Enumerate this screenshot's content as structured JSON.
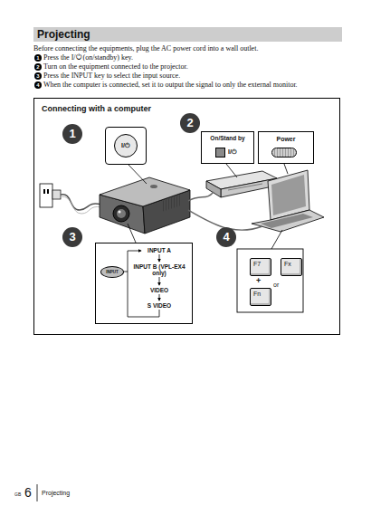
{
  "diagram": {
    "title": "Projecting",
    "nodes": [
      {
        "text": [
          "Projecting"
        ]
      },
      {
        "text": [
          "Connecting with a computer"
        ]
      },
      {
        "text": [
          "I/⏻"
        ],
        "in": 1
      },
      {
        "text": [
          "On/Stand by"
        ],
        "in": 1
      },
      {
        "text": [
          "I/⏻"
        ],
        "in": 3
      },
      {
        "text": [
          "Power"
        ],
        "in": 1
      },
      {
        "text": [
          "INPUT A",
          "INPUT B (VPL-EX4 only)",
          "VIDEO",
          "S VIDEO"
        ],
        "in": 1
      },
      {
        "text": [
          "INPUT"
        ],
        "in": 6
      },
      {
        "text": [
          "F7"
        ],
        "in": 1
      },
      {
        "text": [
          "Fx"
        ],
        "in": 1
      },
      {
        "text": [
          "Fn"
        ],
        "in": 1
      }
    ],
    "labels": [
      "Before connecting the equipments, plug the AC power cord into a wall outlet.",
      "1",
      "Press the I/⏻ (on/standby) key.",
      "2",
      "Turn on the equipment connected to the projector.",
      "3",
      "Press the INPUT key to select the input source.",
      "4",
      "When the computer is connected, set it to output the signal to only the external monitor.",
      "1",
      "2",
      "3",
      "4",
      "+",
      "or",
      "GB",
      "6",
      "Projecting"
    ]
  }
}
